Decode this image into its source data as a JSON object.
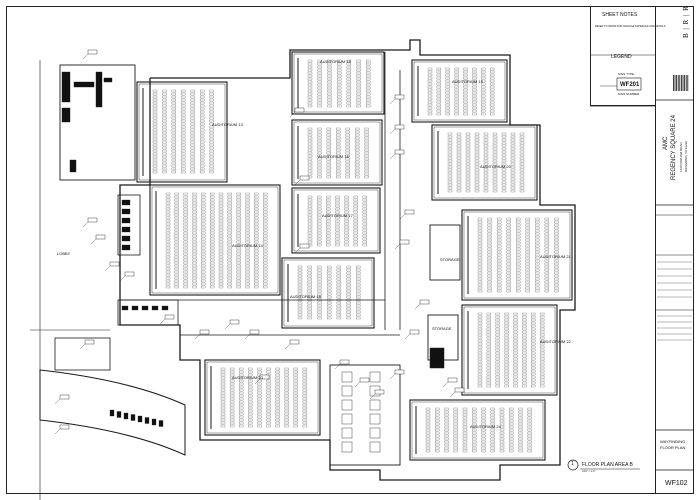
{
  "sheet": {
    "notes_title": "SHEET NOTES",
    "note_1": "REFER TO WF000 FOR SIGNAGE SCHEDULE AND DETAILS",
    "legend_title": "LEGEND",
    "legend_ref": "WF201",
    "legend_callout_top": "SIGN TYPE",
    "legend_callout_bottom": "SIGN NUMBER",
    "firm_mark": "B | R | R",
    "project_client": "AMC",
    "project_name": "REGENCY SQUARE 24",
    "project_address": "1420 PARHAM ROAD",
    "project_city": "RICHMOND, VA 23229",
    "drawing_title_1": "WAYFINDING",
    "drawing_title_2": "FLOOR PLAN",
    "sheet_number": "WF102",
    "view_number": "1",
    "view_title": "FLOOR PLAN AREA B",
    "view_scale": "1/16\" = 1'-0\""
  },
  "rooms": {
    "aud_a": "AUDITORIUM 13",
    "aud_b": "AUDITORIUM 14",
    "aud_c": "AUDITORIUM 15",
    "aud_d": "AUDITORIUM 16",
    "aud_e": "AUDITORIUM 17",
    "aud_f": "AUDITORIUM 18",
    "aud_g": "AUDITORIUM 19",
    "aud_h": "AUDITORIUM 20",
    "aud_i": "AUDITORIUM 21",
    "aud_j": "AUDITORIUM 22",
    "aud_k": "AUDITORIUM 23",
    "aud_l": "AUDITORIUM 24",
    "storage_1": "STORAGE",
    "storage_2": "STORAGE",
    "lobby": "LOBBY"
  },
  "colors": {
    "line": "#1a1a1a",
    "seat": "#555555",
    "fill_dark": "#111111"
  }
}
